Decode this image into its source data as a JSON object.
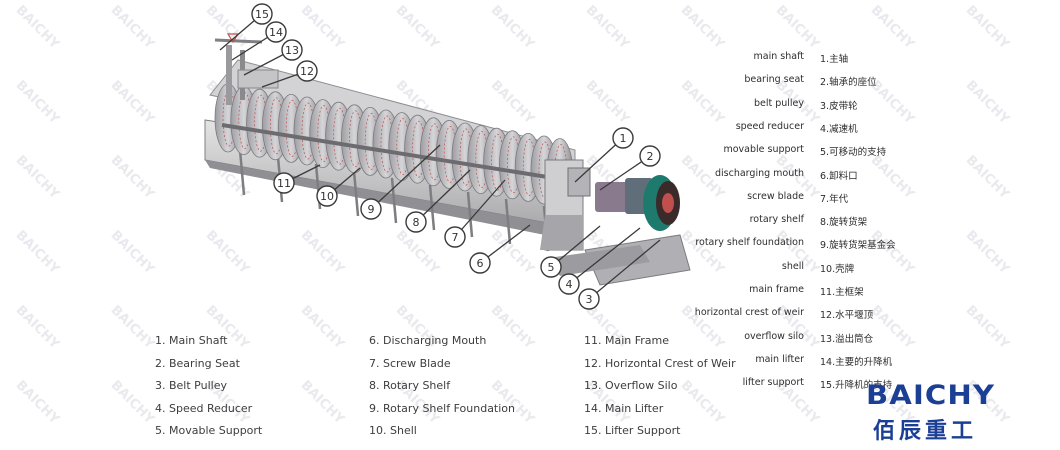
{
  "callouts": [
    "1",
    "2",
    "3",
    "4",
    "5",
    "6",
    "7",
    "8",
    "9",
    "10",
    "11",
    "12",
    "13",
    "14",
    "15"
  ],
  "legend": {
    "col1": [
      "1. Main Shaft",
      "2. Bearing Seat",
      "3. Belt Pulley",
      "4. Speed Reducer",
      "5. Movable Support"
    ],
    "col2": [
      "6. Discharging Mouth",
      "7. Screw Blade",
      "8. Rotary Shelf",
      "9. Rotary Shelf Foundation",
      "10. Shell"
    ],
    "col3": [
      "11. Main Frame",
      "12. Horizontal Crest of Weir",
      "13. Overflow Silo",
      "14. Main Lifter",
      "15. Lifter Support"
    ]
  },
  "parts_table": [
    {
      "en": "main shaft",
      "zh": "1.主轴"
    },
    {
      "en": "bearing seat",
      "zh": "2.轴承的座位"
    },
    {
      "en": "belt pulley",
      "zh": "3.皮带轮"
    },
    {
      "en": "speed reducer",
      "zh": "4.减速机"
    },
    {
      "en": "movable support",
      "zh": "5.可移动的支持"
    },
    {
      "en": "discharging mouth",
      "zh": "6.卸料口"
    },
    {
      "en": "screw blade",
      "zh": "7.年代"
    },
    {
      "en": "rotary shelf",
      "zh": "8.旋转货架"
    },
    {
      "en": "rotary shelf foundation",
      "zh": "9.旋转货架基金会"
    },
    {
      "en": "shell",
      "zh": "10.壳牌"
    },
    {
      "en": "main frame",
      "zh": "11.主框架"
    },
    {
      "en": "horizontal crest of weir",
      "zh": "12.水平堰顶"
    },
    {
      "en": "overflow silo",
      "zh": "13.溢出筒仓"
    },
    {
      "en": "main lifter",
      "zh": "14.主要的升降机"
    },
    {
      "en": "lifter support",
      "zh": "15.升降机的支持"
    }
  ],
  "brand": {
    "name_en": "BAICHY",
    "name_zh": "佰辰重工",
    "watermark": "BAICHY",
    "color": "#1b3f95"
  },
  "colors": {
    "callout_stroke": "#3a3a3a",
    "screw_blade": "#b9b9bd",
    "blade_accent": "#c0504d",
    "reducer": "#8a7a8e",
    "pulley": "#1f7a6e"
  }
}
